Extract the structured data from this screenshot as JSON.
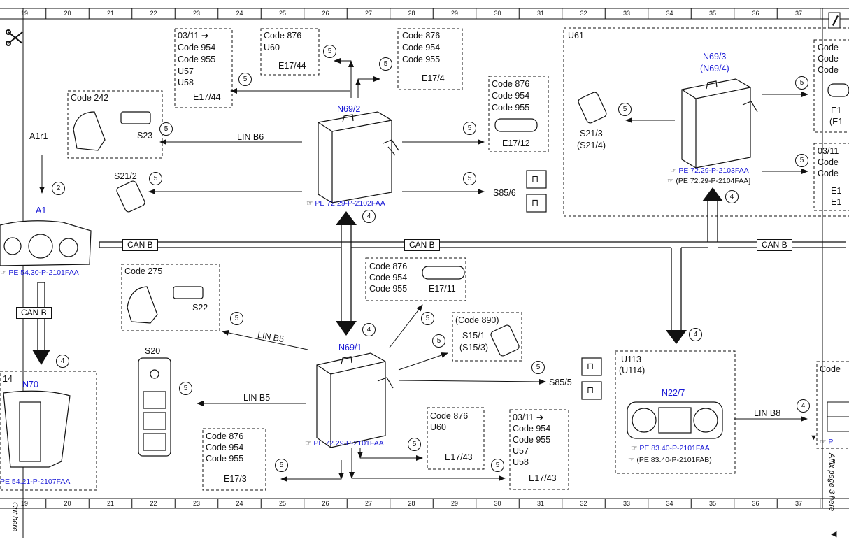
{
  "ruler": {
    "columns": [
      "19",
      "20",
      "21",
      "22",
      "23",
      "24",
      "25",
      "26",
      "27",
      "28",
      "29",
      "30",
      "31",
      "32",
      "33",
      "34",
      "35",
      "36",
      "37"
    ]
  },
  "page": {
    "cut_here": "Cut here",
    "affix_page": "Affix page 3 here"
  },
  "bus": {
    "can_b": "CAN B",
    "lin_b6": "LIN B6",
    "lin_b5": "LIN B5",
    "lin_b8": "LIN B8"
  },
  "circled": {
    "two": "2",
    "four": "4",
    "five": "5"
  },
  "components": {
    "a1r1": "A1r1",
    "a1": "A1",
    "a1_ref": "PE 54.30-P-2101FAA",
    "n70_cut": "14",
    "n70": "N70",
    "n70_ref": "PE 54.21-P-2107FAA",
    "n69_2": "N69/2",
    "n69_2_ref": "PE 72.29-P-2102FAA",
    "n69_1": "N69/1",
    "n69_1_ref": "PE 72.29-P-2101FAA",
    "u61": "U61",
    "n69_3": "N69/3",
    "n69_4": "(N69/4)",
    "n69_3_ref": "PE 72.29-P-2103FAA",
    "n69_4_ref": "(PE 72.29-P-2104FAA]",
    "u113": "U113",
    "u114": "(U114)",
    "n22_7": "N22/7",
    "n22_7_ref": "PE 83.40-P-2101FAA",
    "n22_7_ref2": "(PE 83.40-P-2101FAB)",
    "s23": "S23",
    "s22": "S22",
    "s20": "S20",
    "s21_2": "S21/2",
    "s21_3": "S21/3",
    "s21_4": "(S21/4)",
    "s85_6": "S85/6",
    "s85_5": "S85/5",
    "s15_1": "S15/1",
    "s15_3": "(S15/3)",
    "e17_44a": "E17/44",
    "e17_44b": "E17/44",
    "e17_4": "E17/4",
    "e17_12": "E17/12",
    "e17_11": "E17/11",
    "e17_3": "E17/3",
    "e17_43a": "E17/43",
    "e17_43b": "E17/43",
    "e1a": "E1",
    "e1b": "(E1",
    "e1c": "E1",
    "e1d": "E1",
    "rt_ref": "P"
  },
  "codes": {
    "c0311": "03/11 ➔",
    "c242": "Code 242",
    "c275": "Code 275",
    "c876": "Code 876",
    "c954": "Code 954",
    "c955": "Code 955",
    "c890": "(Code 890)",
    "u57": "U57",
    "u58": "U58",
    "u60": "U60",
    "code_cut": "Code",
    "c0311_cut": "03/11"
  }
}
